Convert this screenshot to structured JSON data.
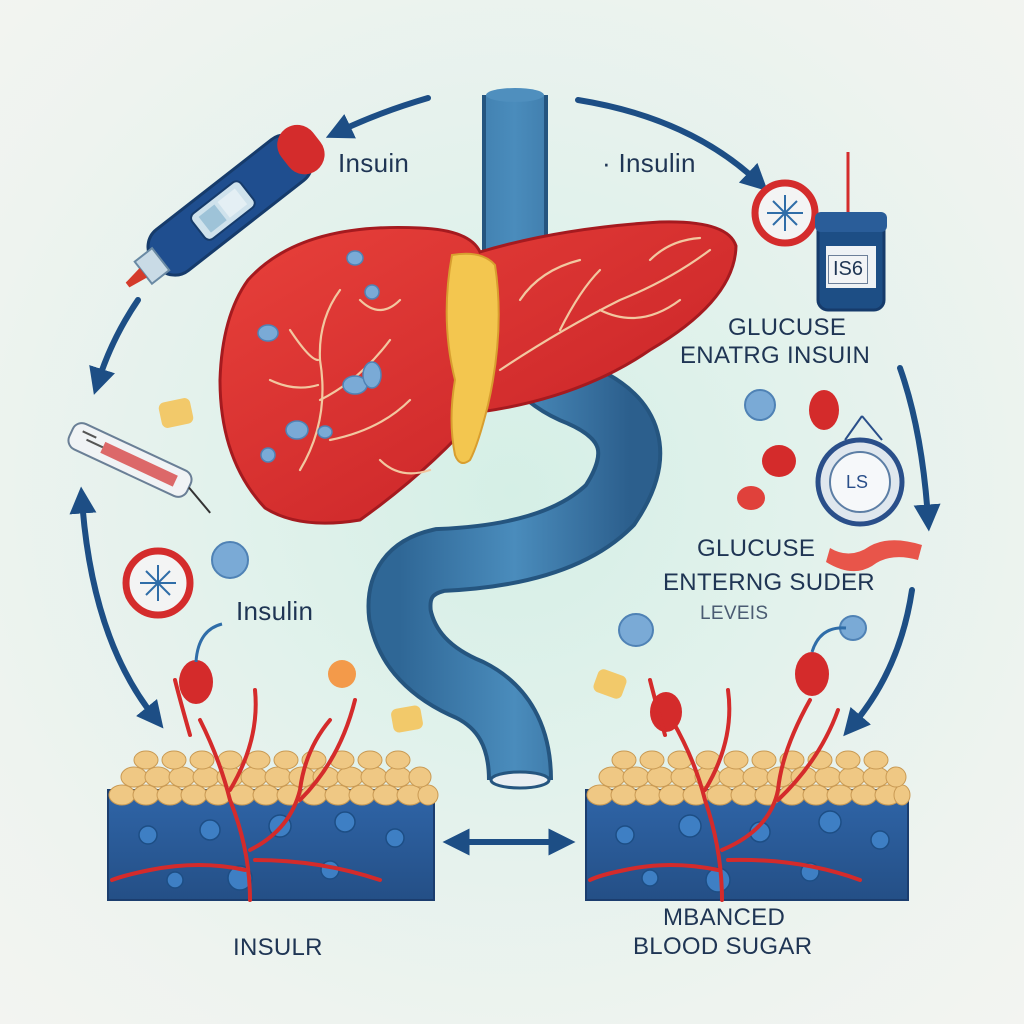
{
  "labels": {
    "insulin_top_left": "Insuin",
    "insulin_top_right": "· Insulin",
    "insulin_mid_left": "Insulin",
    "glucose_entering_1_line1": "GLUCUSE",
    "glucose_entering_1_line2": "ENATRG INSUIN",
    "glucose_entering_2_line1": "GLUCUSE",
    "glucose_entering_2_line2": "ENTERNG SUDER",
    "glucose_entering_2_line3": "LEVEIS",
    "bottom_left": "INSULR",
    "bottom_right_line1": "MBANCED",
    "bottom_right_line2": "BLOOD SUGAR",
    "vial_label": "IS6",
    "gauge_label": "LS"
  },
  "colors": {
    "arrow": "#1d4e85",
    "liver": "#d92d2b",
    "vessel": "#3a78a8",
    "tissue": "#2a5b9c",
    "fat": "#efc884",
    "blood_cell": "#d42b2b",
    "insulin_drop": "#7aaad6"
  }
}
